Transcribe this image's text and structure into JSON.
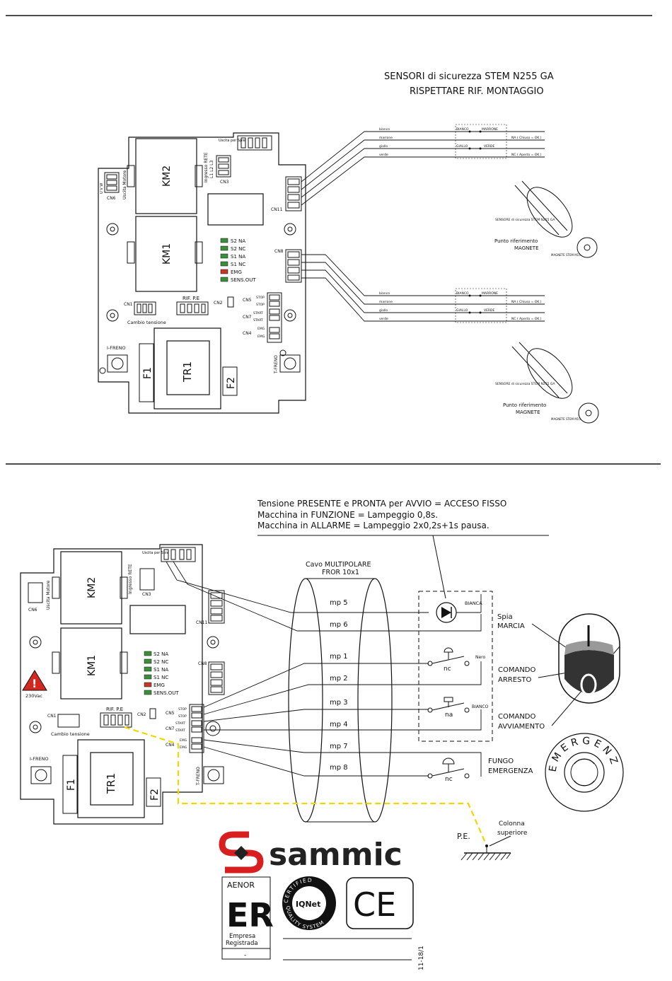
{
  "sensor_header": {
    "title": "SENSORI di sicurezza STEM N255 GA",
    "subtitle": "RISPETTARE RIF. MONTAGGIO"
  },
  "board": {
    "uscita_per_spie": "Uscita per Spie",
    "ingresso_rete": "Ingresso RETE",
    "l123": "L1 L2 L3",
    "uscita_motore": "Uscita Motore",
    "uvw": "U V W",
    "km2": "KM2",
    "km1": "KM1",
    "tr1": "TR1",
    "f1": "F1",
    "f2": "F2",
    "cn1": "CN1",
    "cn2": "CN2",
    "cn3": "CN3",
    "cn4": "CN4",
    "cn5": "CN5",
    "cn6": "CN6",
    "cn7": "CN7",
    "cn8": "CN8",
    "cn11": "CN11",
    "rif_pe": "RIF. P.E",
    "cambio": "Cambio tensione",
    "ifreno": "I-FRENO",
    "tfreno": "T-FRENO",
    "stop": "STOP",
    "start": "START",
    "emg": "EMG",
    "v230": "230Vac",
    "leds": [
      "S2 NA",
      "S2 NC",
      "S1 NA",
      "S1 NC",
      "EMG",
      "SENS.OUT"
    ]
  },
  "sensor_block": {
    "wires": [
      "bianco",
      "marrone",
      "giallo",
      "verde"
    ],
    "bianco": "BIANCO",
    "marrone": "MARRONE",
    "giallo": "GIALLO",
    "verde": "VERDE",
    "na": "NA ( Chiuso = OK )",
    "nc": "NC ( Aperto = OK )",
    "sensor": "SENSORE di sicurezza STEM N255 GA",
    "punto": "Punto riferimento",
    "magnete": "MAGNETE",
    "magnete_stem": "MAGNETE STEM M15"
  },
  "legend": {
    "line1": "Tensione PRESENTE e PRONTA per AVVIO = ACCESO FISSO",
    "line2": "Macchina in FUNZIONE = Lampeggio 0,8s.",
    "line3": "Macchina in ALLARME  = Lampeggio 2x0,2s+1s pausa."
  },
  "cable": {
    "title": "Cavo MULTIPOLARE",
    "subtitle": "FROR 10x1",
    "wires": [
      "mp 5",
      "mp 6",
      "mp 1",
      "mp 2",
      "mp 3",
      "mp 4",
      "mp 7",
      "mp 8"
    ]
  },
  "devices": {
    "bianca": "BIANCA",
    "spia1": "Spia",
    "spia2": "MARCIA",
    "nc": "nc",
    "na": "na",
    "nero": "Nero",
    "bianco": "BIANCO",
    "arresto1": "COMANDO",
    "arresto2": "ARRESTO",
    "avvio1": "COMANDO",
    "avvio2": "AVVIAMENTO",
    "fungo1": "FUNGO",
    "fungo2": "EMERGENZA",
    "colonna1": "Colonna",
    "colonna2": "superiore",
    "pe": "P.E.",
    "emergenza_ring": "EMERGENZA",
    "marcia_i": "I",
    "marcia_o": "O"
  },
  "branding": {
    "brand": "sammic",
    "aenor": "AENOR",
    "er": "ER",
    "empresa1": "Empresa",
    "empresa2": "Registrada",
    "dash": "-",
    "iqnet": "IQNet",
    "certified": "CERTIFIED",
    "quality": "QUALITY SYSTEM",
    "ce": "CE",
    "doc_code": "11-18/1"
  }
}
